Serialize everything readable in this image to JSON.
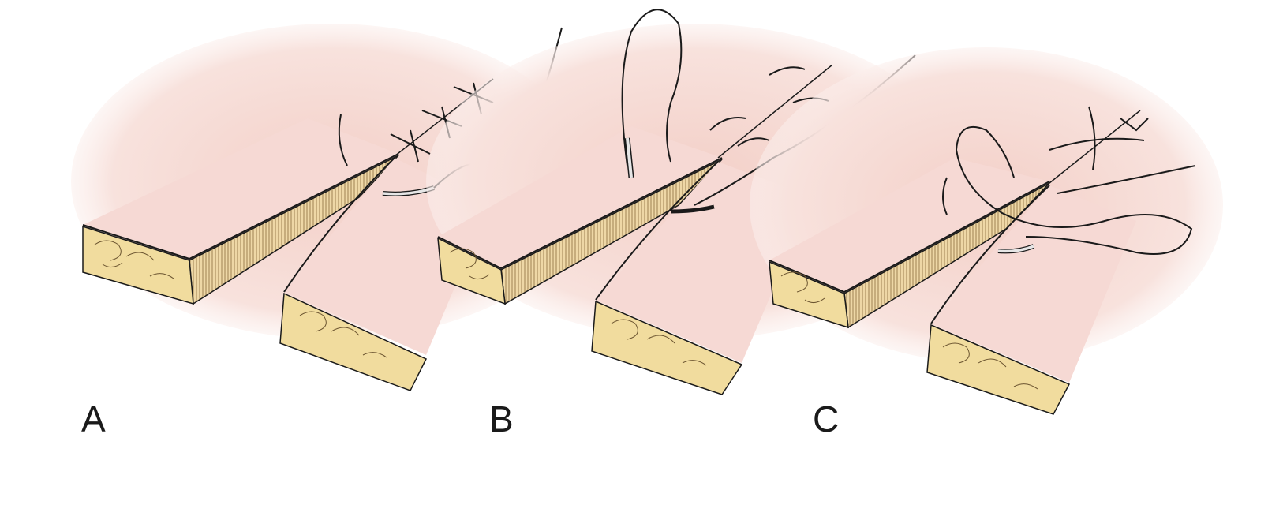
{
  "panels": [
    {
      "label": "A"
    },
    {
      "label": "B"
    },
    {
      "label": "C"
    }
  ],
  "colors": {
    "skin_surface": "#f6d9d4",
    "skin_edge": "#e9b8a8",
    "subcutaneous_fat": "#f1dc9e",
    "outline": "#1a1a1a",
    "needle": "#e6e6e6"
  }
}
